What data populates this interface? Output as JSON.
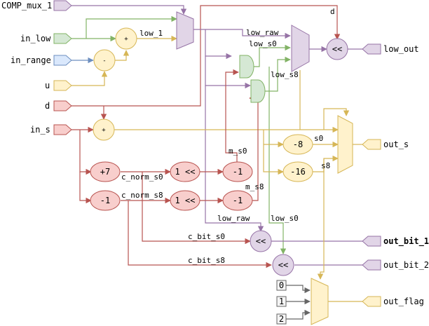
{
  "colors": {
    "purple": "#9673a6",
    "purple_fill": "#e1d5e7",
    "green": "#82b366",
    "green_fill": "#d5e8d4",
    "blue": "#6c8ebf",
    "blue_fill": "#dae8fc",
    "yellow": "#d6b656",
    "yellow_fill": "#fff2cc",
    "red": "#b85450",
    "red_fill": "#f8cecc",
    "gray": "#666666"
  },
  "inputs": {
    "comp_mux_1": "COMP_mux_1",
    "in_low": "in_low",
    "in_range": "in_range",
    "u": "u",
    "d": "d",
    "in_s": "in_s"
  },
  "outputs": {
    "low_out": "low_out",
    "out_s": "out_s",
    "out_bit_1": "out_bit_1",
    "out_bit_2": "out_bit_2",
    "out_flag": "out_flag"
  },
  "ops": {
    "add_low": "+",
    "sub_range": "-",
    "add_s": "+",
    "shl_low": "<<",
    "plus7": "+7",
    "minus1_a": "-1",
    "shl1_a": "1 <<",
    "shl1_b": "1 <<",
    "minus1_b": "-1",
    "minus1_c": "-1",
    "minus8": "-8",
    "minus16": "-16",
    "shl_bit1": "<<",
    "shl_bit2": "<<"
  },
  "constants": [
    "0",
    "1",
    "2"
  ],
  "wire_labels": {
    "d_top": "d",
    "low_1": "low_1",
    "low_raw": "low_raw",
    "low_s0": "low_s0",
    "low_s8": "low_s8",
    "s0": "s0",
    "s8": "s8",
    "m_s0": "m_s0",
    "m_s8": "m_s8",
    "c_norm_s0": "c_norm_s0",
    "c_norm_s8": "c_norm_s8",
    "low_raw_2": "low_raw",
    "low_s0_2": "low_s0",
    "c_bit_s0": "c_bit_s0",
    "c_bit_s8": "c_bit_s8"
  }
}
